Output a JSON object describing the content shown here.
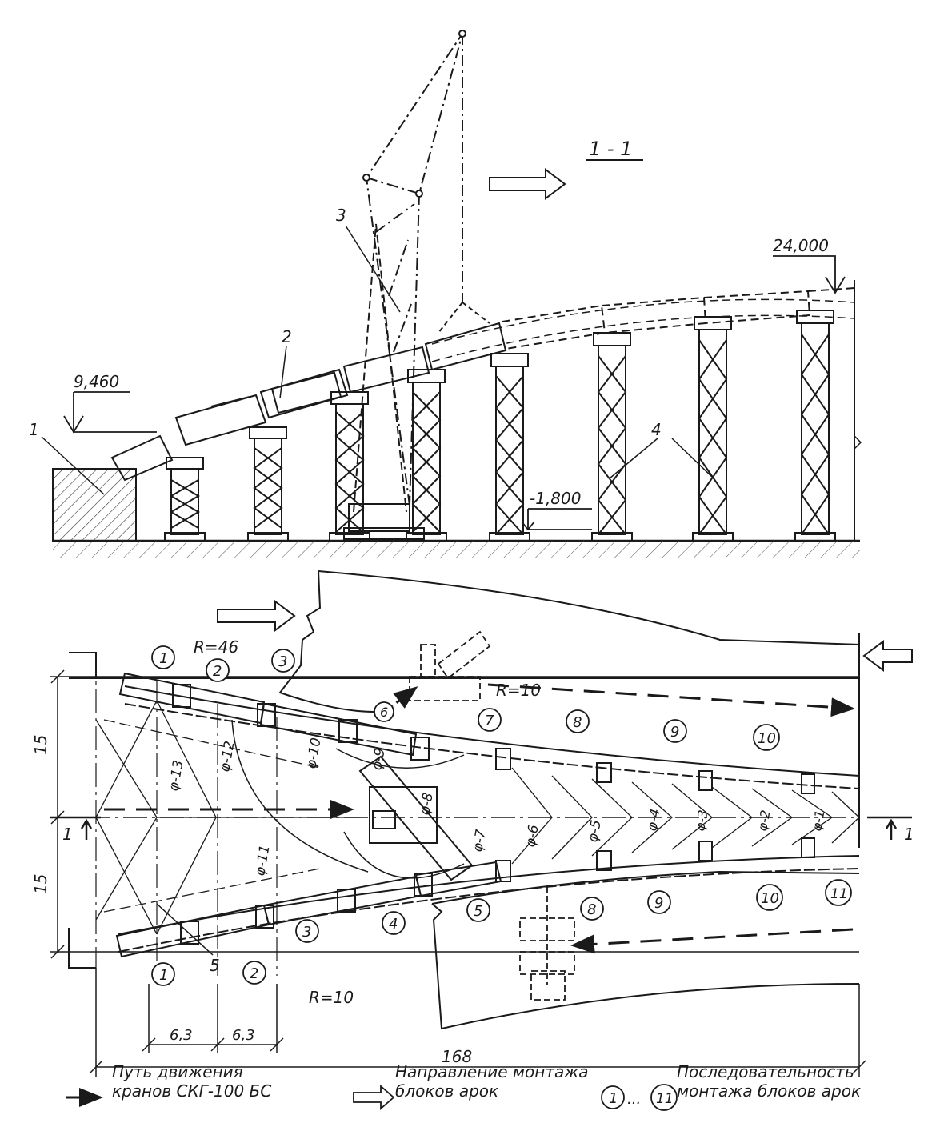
{
  "elevation": {
    "section_title": "1 - 1",
    "marks": {
      "low": "9,460",
      "high": "24,000",
      "ground": "-1,800"
    },
    "labels": {
      "building": "1",
      "arch_block": "2",
      "crane": "3",
      "supports": "4"
    }
  },
  "plan": {
    "radii": {
      "r46": "R=46",
      "r10_top": "R=10",
      "r10_bottom": "R=10"
    },
    "dims": {
      "half_width": "15",
      "spacing": "6,3",
      "total_length": "168"
    },
    "section_mark": "1",
    "item_5": "5",
    "sequence_top": [
      "1",
      "2",
      "3",
      "6",
      "7",
      "8",
      "9",
      "10"
    ],
    "sequence_bottom": [
      "1",
      "2",
      "3",
      "4",
      "5",
      "8",
      "9",
      "10",
      "11"
    ],
    "phi_labels": [
      "φ-13",
      "φ-12",
      "φ-11",
      "φ-10",
      "φ-9",
      "φ-8",
      "φ-7",
      "φ-6",
      "φ-5",
      "φ-4",
      "φ-3",
      "φ-2",
      "φ-1"
    ]
  },
  "legend": {
    "crane_path": "Путь движения\nкранов СКГ-100 БС",
    "direction": "Направление монтажа\nблоков арок",
    "range_start": "1",
    "ellipsis": "...",
    "range_end": "11",
    "sequence": "Последовательность\nмонтажа блоков арок"
  }
}
